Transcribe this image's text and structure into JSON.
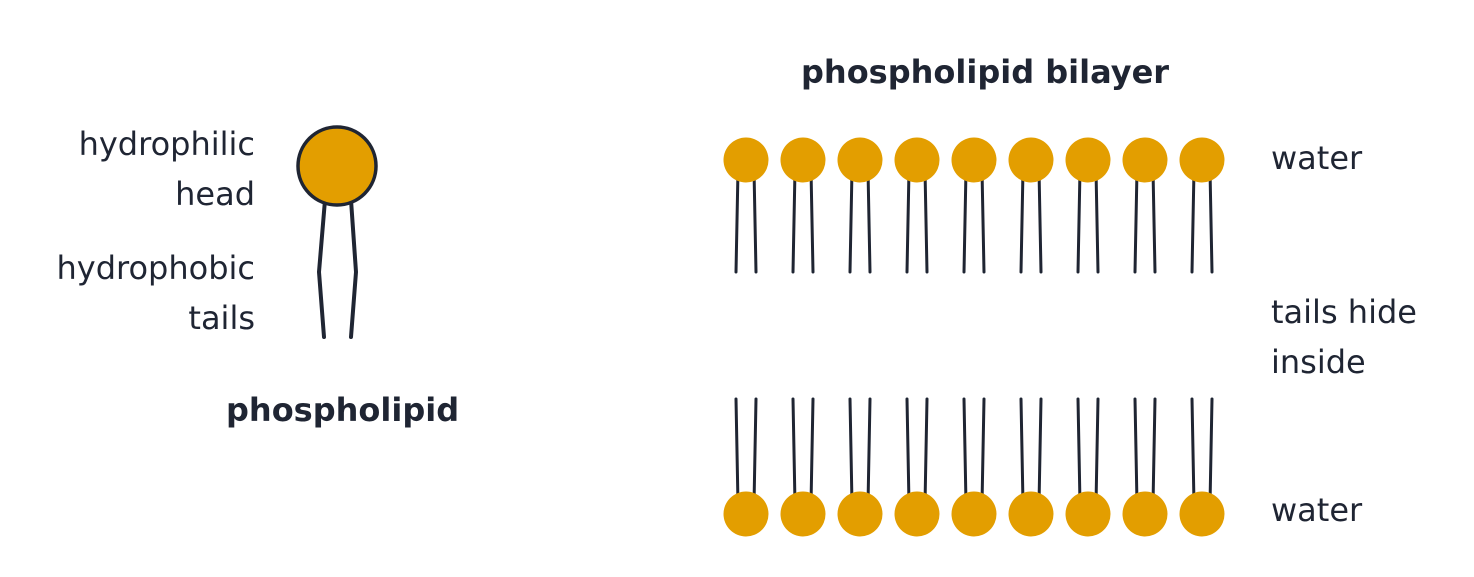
{
  "single": {
    "head_label": [
      "hydrophilic",
      "head"
    ],
    "tail_label": [
      "hydrophobic",
      "tails"
    ],
    "caption": "phospholipid"
  },
  "bilayer": {
    "title": "phospholipid bilayer",
    "top_label": "water",
    "middle_label": [
      "tails hide",
      "inside"
    ],
    "bottom_label": "water",
    "molecules_per_layer": 9
  },
  "colors": {
    "head": "#e39e00",
    "line": "#1f2533"
  }
}
